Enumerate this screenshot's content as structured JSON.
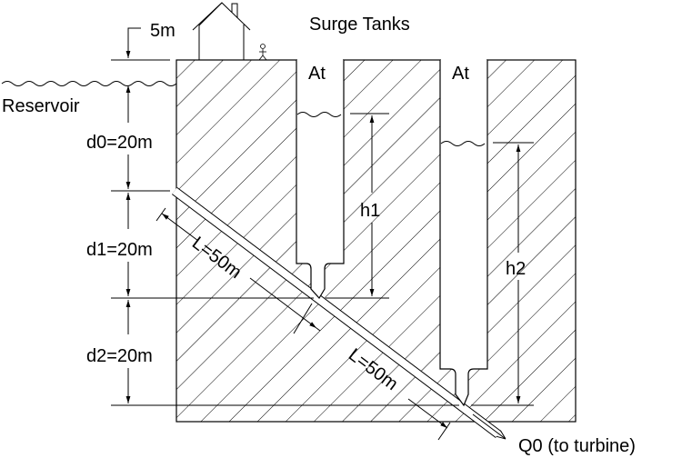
{
  "title": "Surge Tanks",
  "labels": {
    "reservoir": "Reservoir",
    "top_offset": "5m",
    "d0": "d0=20m",
    "d1": "d1=20m",
    "d2": "d2=20m",
    "tank1_area": "At",
    "tank2_area": "At",
    "h1": "h1",
    "h2": "h2",
    "L1": "L=50m",
    "L2": "L=50m",
    "outflow": "Q0 (to turbine)"
  },
  "colors": {
    "line": "#000000",
    "background": "#ffffff"
  }
}
